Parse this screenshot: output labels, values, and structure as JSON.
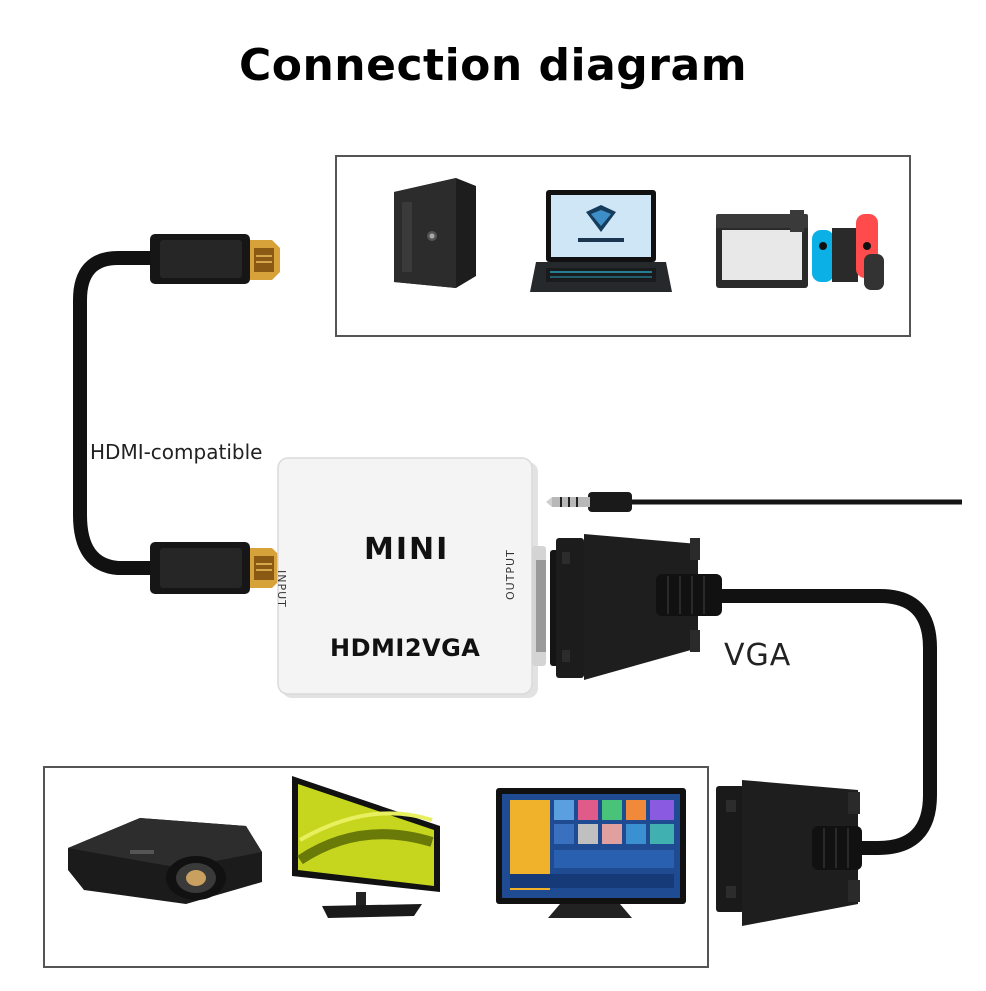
{
  "title": "Connection diagram",
  "labels": {
    "hdmi_cable": "HDMI-compatible",
    "vga_cable": "VGA"
  },
  "adapter": {
    "brand": "MINI",
    "model": "HDMI2VGA",
    "input_port": "INPUT",
    "output_port": "OUTPUT",
    "body_color": "#f4f4f4"
  },
  "sources": [
    "desktop-pc",
    "laptop",
    "game-console"
  ],
  "displays": [
    "projector",
    "monitor",
    "tv"
  ],
  "colors": {
    "cable": "#111111",
    "connector_gold": "#d8a23a",
    "frame": "#555555"
  }
}
